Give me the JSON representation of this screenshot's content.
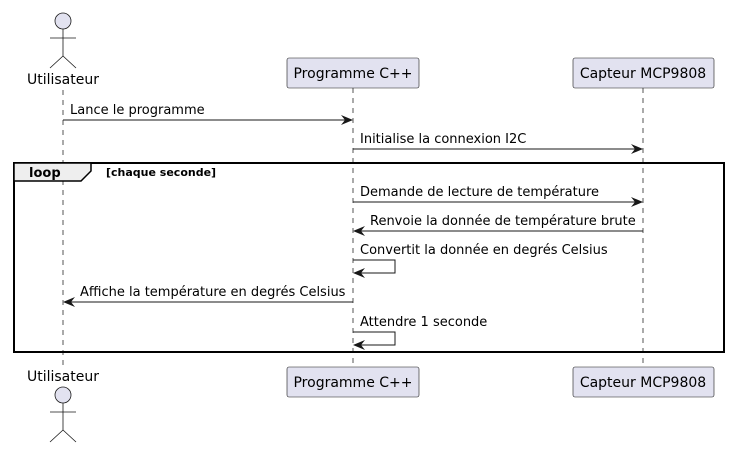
{
  "participants": {
    "user": {
      "label": "Utilisateur",
      "kind": "actor"
    },
    "program": {
      "label": "Programme C++",
      "kind": "participant"
    },
    "sensor": {
      "label": "Capteur MCP9808",
      "kind": "participant"
    }
  },
  "messages": [
    {
      "text": "Lance le programme",
      "from": "user",
      "to": "program"
    },
    {
      "text": "Initialise la connexion I2C",
      "from": "program",
      "to": "sensor"
    },
    {
      "text": "Demande de lecture de température",
      "from": "program",
      "to": "sensor"
    },
    {
      "text": "Renvoie la donnée de température brute",
      "from": "sensor",
      "to": "program"
    },
    {
      "text": "Convertit la donnée en degrés Celsius",
      "from": "program",
      "to": "program"
    },
    {
      "text": "Affiche la température en degrés Celsius",
      "from": "program",
      "to": "user"
    },
    {
      "text": "Attendre 1 seconde",
      "from": "program",
      "to": "program"
    }
  ],
  "loop_frame": {
    "keyword": "loop",
    "condition": "[chaque seconde]"
  },
  "colors": {
    "participant_fill": "#e2e2f0",
    "border": "#181818",
    "lifeline": "#555555"
  }
}
